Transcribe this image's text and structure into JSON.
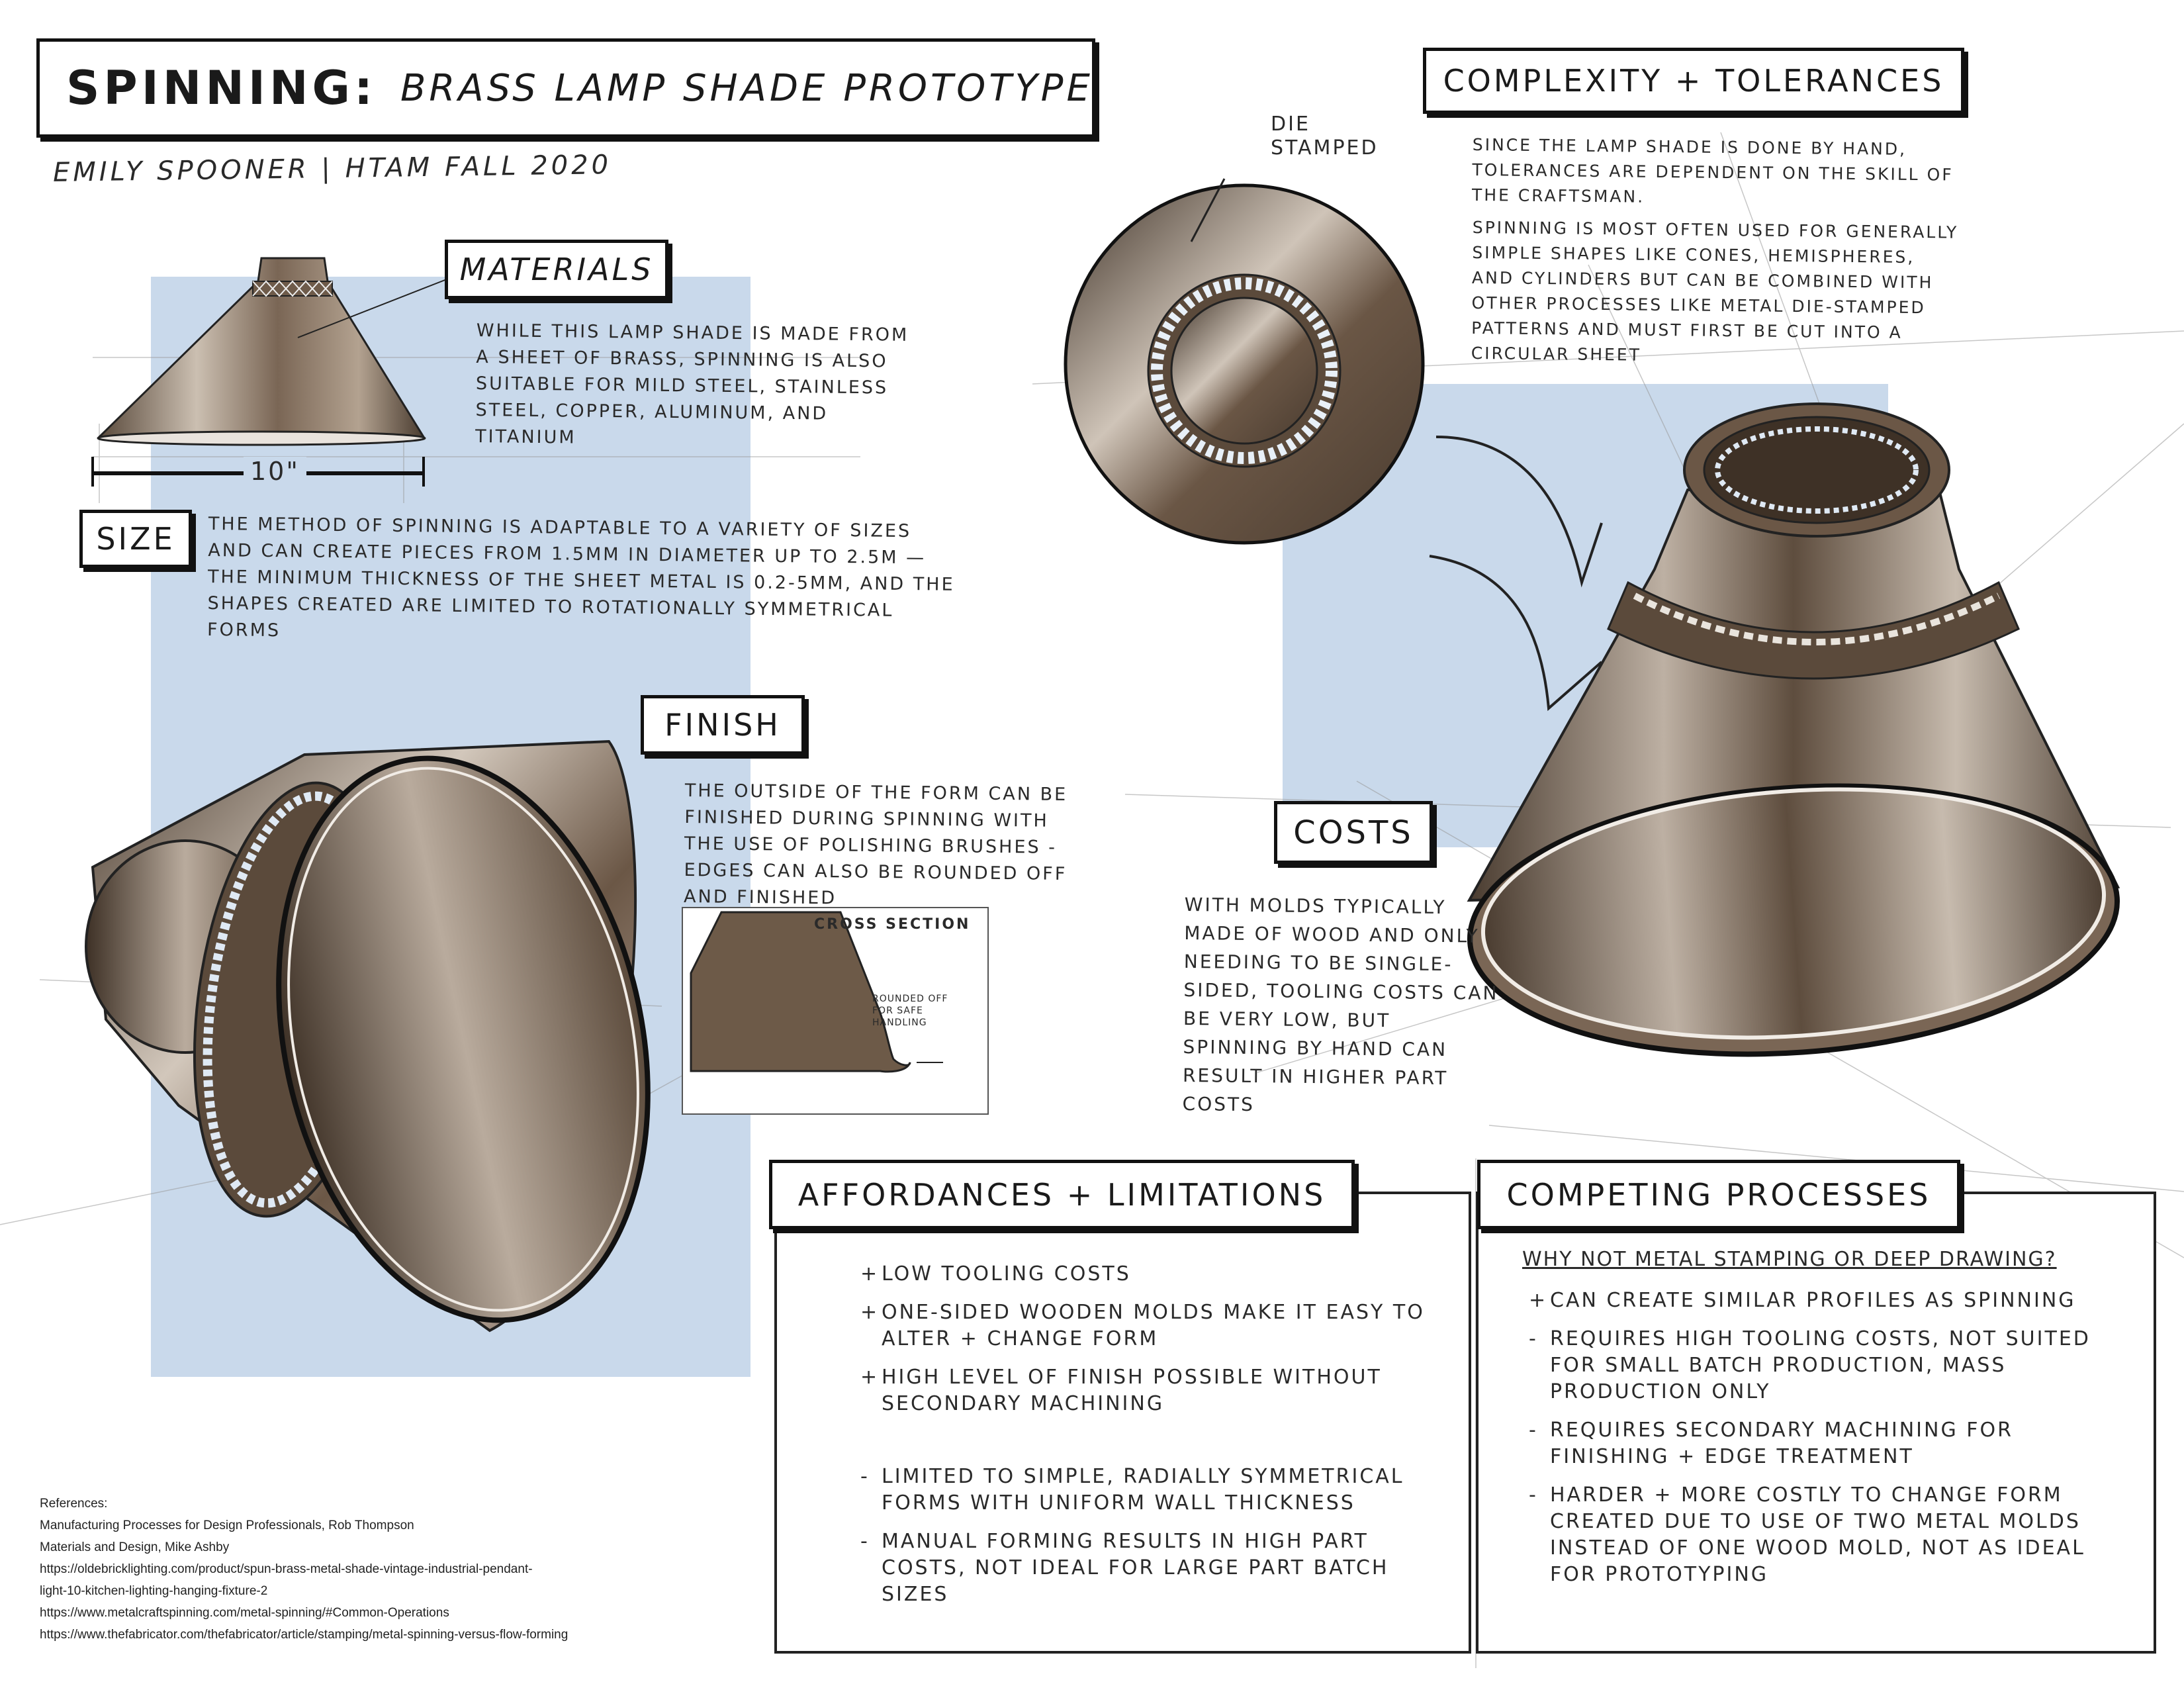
{
  "title": {
    "prefix": "Spinning:",
    "main": "Brass Lamp Shade Prototype"
  },
  "author_line": "Emily Spooner | HTAM Fall 2020",
  "materials": {
    "heading": "Materials",
    "text": "While this lamp shade is made from a sheet of brass, spinning is also suitable for mild steel, stainless steel, copper, aluminum, and titanium",
    "dimension": "10\""
  },
  "size": {
    "heading": "Size",
    "text": "The method of spinning is adaptable to a variety of sizes and can create pieces from 1.5mm in diameter up to 2.5m — the minimum thickness of the sheet metal is 0.2-5mm, and the shapes created are limited to rotationally symmetrical forms"
  },
  "finish": {
    "heading": "Finish",
    "text": "The outside of the form can be finished during spinning with the use of polishing brushes - edges can also be rounded off and finished",
    "cross_section_label": "Cross Section",
    "rounded_note": "Rounded off for safe handling"
  },
  "die_stamped_label": "Die Stamped",
  "complexity": {
    "heading": "Complexity + Tolerances",
    "text1": "Since the lamp shade is done by hand, tolerances are dependent on the skill of the craftsman.",
    "text2": "Spinning is most often used for generally simple shapes like cones, hemispheres, and cylinders but can be combined with other processes like metal die-stamped patterns and must first be cut into a circular sheet"
  },
  "costs": {
    "heading": "Costs",
    "text": "With molds typically made of wood and only needing to be single-sided, tooling costs can be very low, but spinning by hand can result in higher part costs"
  },
  "affordances": {
    "heading": "Affordances + Limitations",
    "items": [
      {
        "sym": "+",
        "text": "Low tooling costs"
      },
      {
        "sym": "+",
        "text": "One-sided wooden molds make it easy to alter + change form"
      },
      {
        "sym": "+",
        "text": "High level of finish possible without secondary machining"
      },
      {
        "sym": "-",
        "text": "Limited to simple, radially symmetrical forms with uniform wall thickness"
      },
      {
        "sym": "-",
        "text": "Manual forming results in high part costs, not ideal for large part batch sizes"
      }
    ]
  },
  "competing": {
    "heading": "Competing Processes",
    "question": "Why not metal stamping or deep drawing?",
    "items": [
      {
        "sym": "+",
        "text": "Can create similar profiles as spinning"
      },
      {
        "sym": "-",
        "text": "Requires high tooling costs, not suited for small batch production, mass production only"
      },
      {
        "sym": "-",
        "text": "Requires secondary machining for finishing + edge treatment"
      },
      {
        "sym": "-",
        "text": "Harder + more costly to change form created due to use of two metal molds instead of one wood mold, not as ideal for prototyping"
      }
    ]
  },
  "references": {
    "heading": "References:",
    "lines": [
      "Manufacturing Processes for Design Professionals, Rob Thompson",
      "Materials and Design, Mike Ashby",
      "https://oldebricklighting.com/product/spun-brass-metal-shade-vintage-industrial-pendant-",
      "light-10-kitchen-lighting-hanging-fixture-2",
      "https://www.metalcraftspinning.com/metal-spinning/#Common-Operations",
      "https://www.thefabricator.com/thefabricator/article/stamping/metal-spinning-versus-flow-forming"
    ]
  },
  "colors": {
    "brass_dark": "#5a4a3c",
    "brass_light": "#c9bcae",
    "panel_blue": "#c9d9eb",
    "ink": "#111111"
  }
}
